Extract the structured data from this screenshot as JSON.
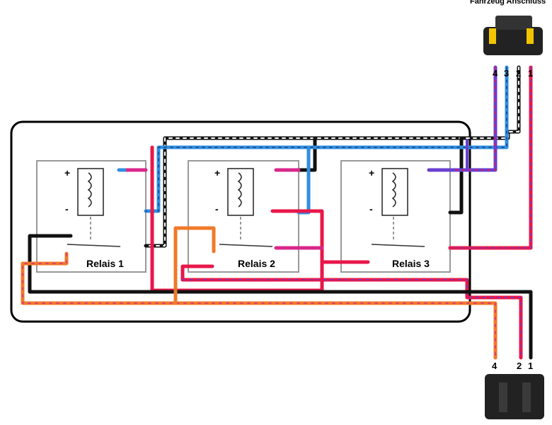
{
  "top_connector": {
    "caption": "Fahrzeug Anschluss",
    "pins": [
      "4",
      "3",
      "2",
      "1"
    ]
  },
  "bottom_connector": {
    "pins": [
      "4",
      "2",
      "1"
    ]
  },
  "relays": [
    {
      "label": "Relais 1",
      "plus": "+",
      "minus": "-"
    },
    {
      "label": "Relais 2",
      "plus": "+",
      "minus": "-"
    },
    {
      "label": "Relais 3",
      "plus": "+",
      "minus": "-"
    }
  ],
  "colors": {
    "red": "#e8174a",
    "magenta": "#d8278c",
    "blue": "#2f8fdf",
    "purple": "#6a3fd0",
    "black": "#111111",
    "orange": "#ef7a2a",
    "white": "#ffffff",
    "box_border": "#999999"
  }
}
